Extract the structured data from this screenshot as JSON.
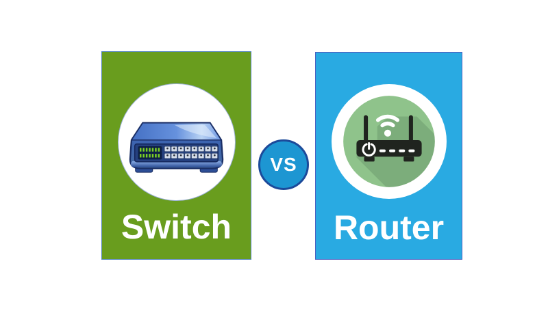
{
  "colors": {
    "canvas-bg": "#ffffff",
    "switch-card": "#699d1e",
    "switch-card-border": "#4f81bd",
    "router-card": "#29aae2",
    "router-card-border": "#4a5fc0",
    "vs-fill": "#1d96d2",
    "vs-border": "#1c4a9a",
    "label": "#ffffff",
    "icon-circle": "#ffffff",
    "router-green": "#8fc38b"
  },
  "left_card": {
    "label": "Switch",
    "icon": "network-switch-icon"
  },
  "right_card": {
    "label": "Router",
    "icon": "wifi-router-icon"
  },
  "vs_badge": {
    "label": "VS"
  }
}
